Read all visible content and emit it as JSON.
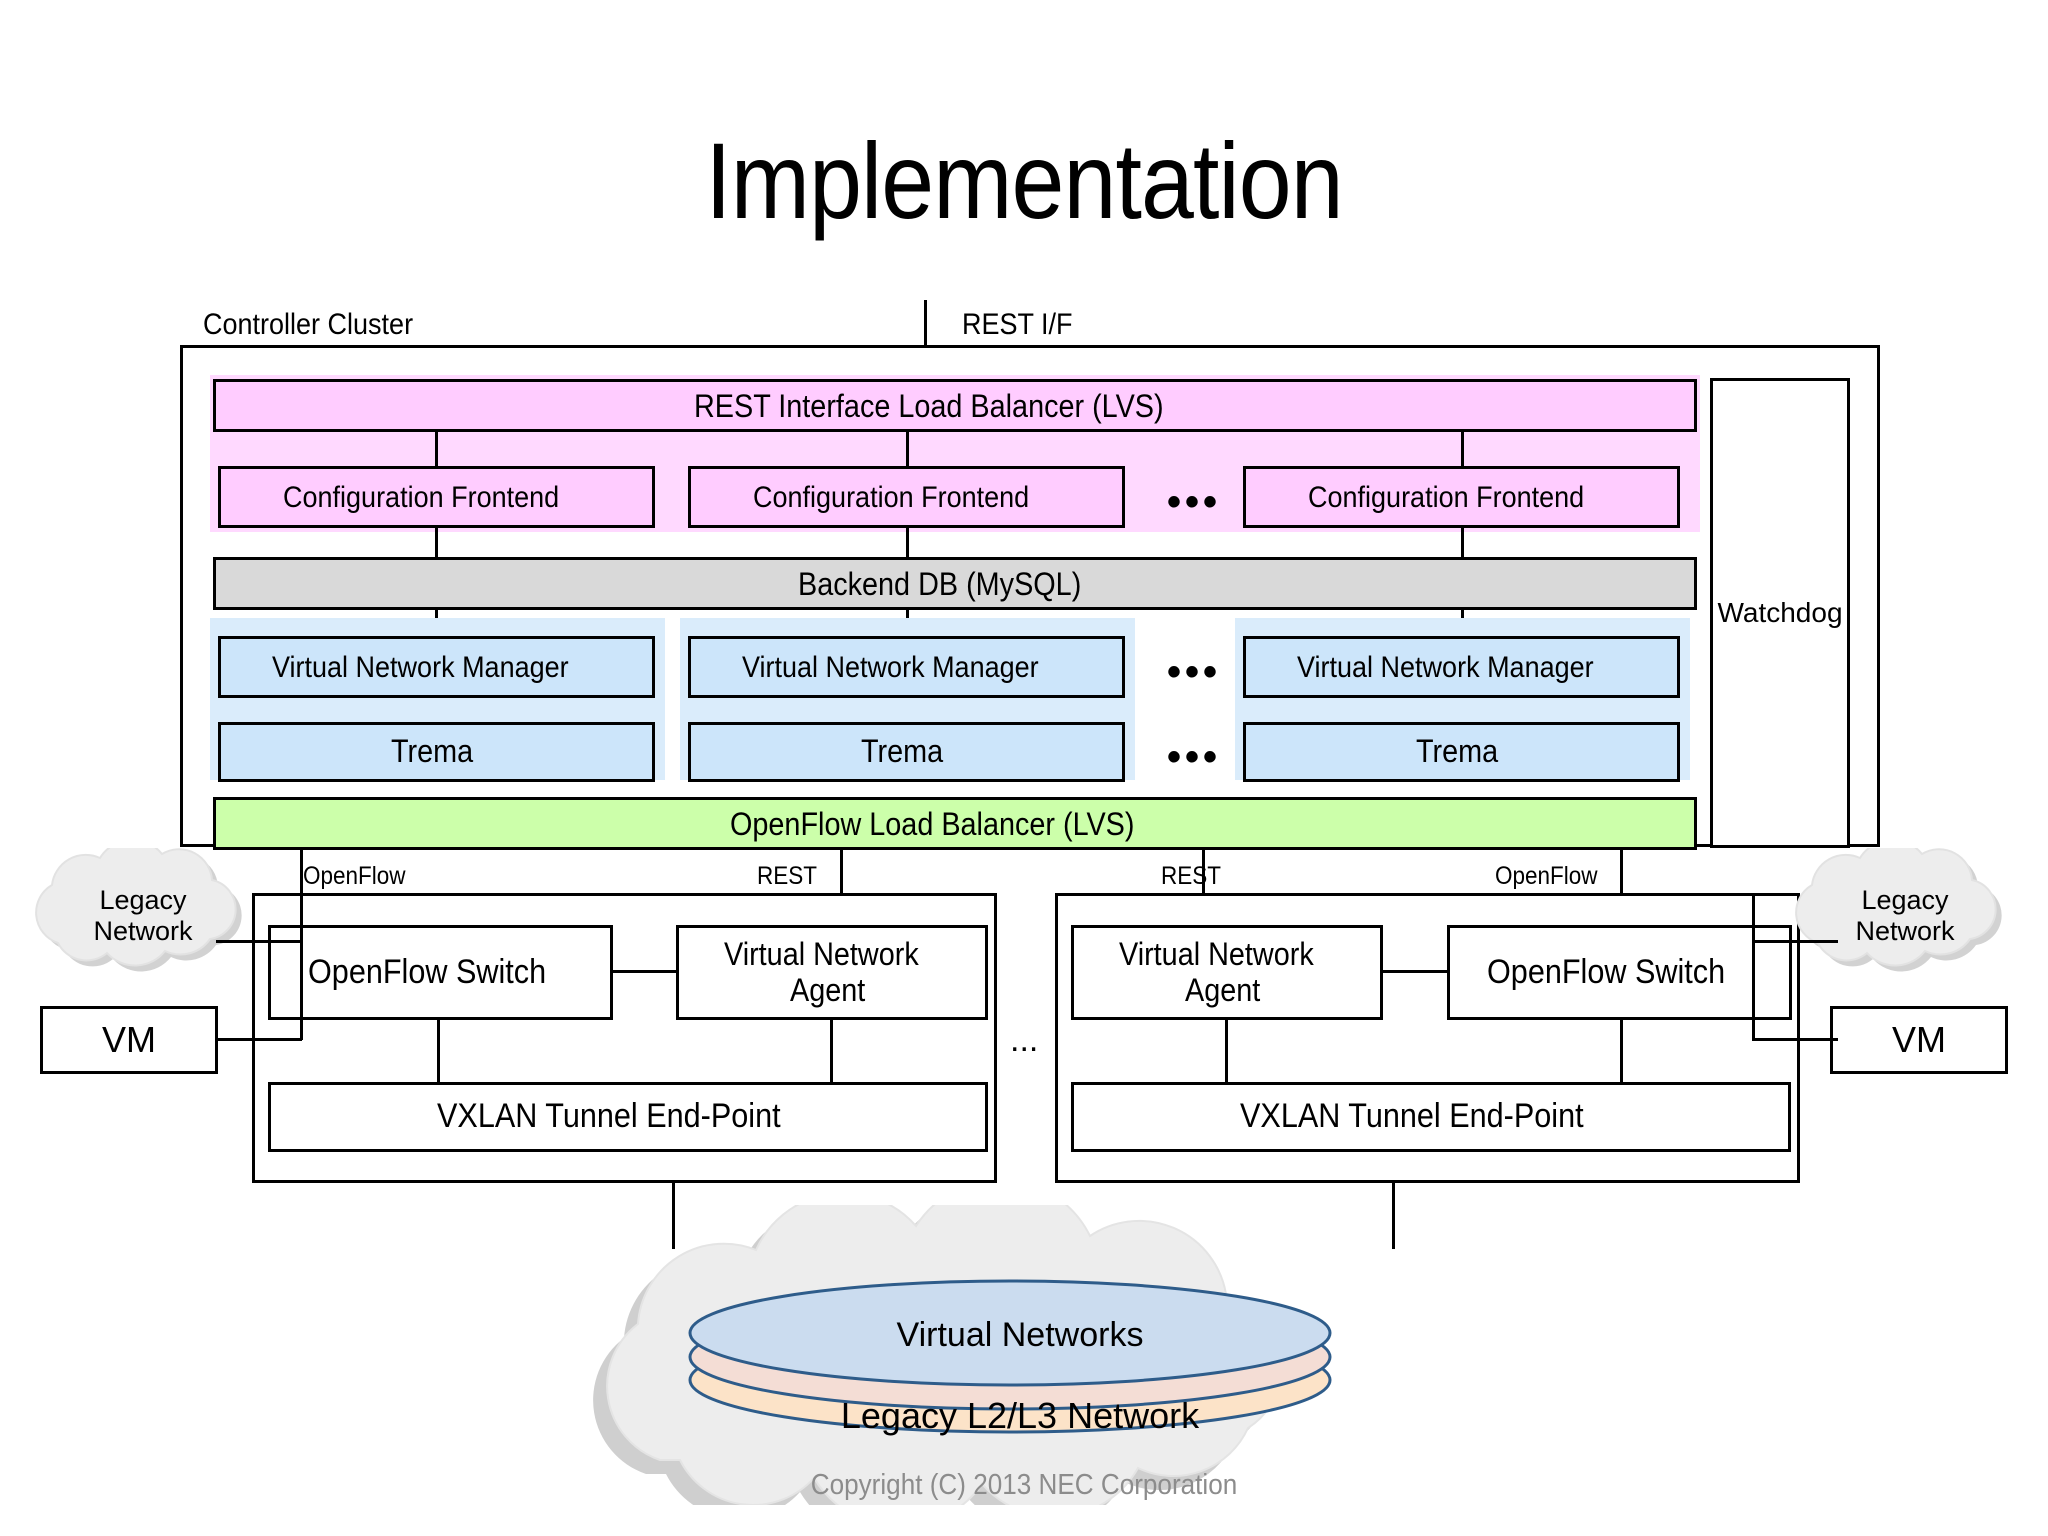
{
  "slide": {
    "title": "Implementation",
    "copyright": "Copyright (C) 2013 NEC Corporation"
  },
  "labels": {
    "controller_cluster": "Controller Cluster",
    "rest_if": "REST I/F",
    "legacy_l2l3": "Legacy L2/L3 Network",
    "ellipsis": "•••",
    "ellipsis_small": "..."
  },
  "controller": {
    "lvs_rest": "REST Interface Load Balancer (LVS)",
    "frontends": [
      "Configuration Frontend",
      "Configuration Frontend",
      "Configuration Frontend"
    ],
    "backend_db": "Backend DB (MySQL)",
    "managers": [
      "Virtual Network Manager",
      "Virtual Network Manager",
      "Virtual Network Manager"
    ],
    "tremas": [
      "Trema",
      "Trema",
      "Trema"
    ],
    "lvs_openflow": "OpenFlow Load Balancer (LVS)",
    "watchdog": "Watchdog"
  },
  "interfaces": {
    "left_openflow": "OpenFlow",
    "left_rest": "REST",
    "right_rest": "REST",
    "right_openflow": "OpenFlow"
  },
  "nodes": {
    "left": {
      "switch": "OpenFlow Switch",
      "agent": "Virtual Network\nAgent",
      "agent_line1": "Virtual Network",
      "agent_line2": "Agent",
      "vtep": "VXLAN Tunnel End-Point"
    },
    "right": {
      "switch": "OpenFlow Switch",
      "agent_line1": "Virtual Network",
      "agent_line2": "Agent",
      "vtep": "VXLAN Tunnel End-Point"
    }
  },
  "clouds": {
    "legacy_left_line1": "Legacy",
    "legacy_left_line2": "Network",
    "legacy_right_line1": "Legacy",
    "legacy_right_line2": "Network",
    "virtual_networks": "Virtual Networks"
  },
  "vms": {
    "left": "VM",
    "right": "VM"
  },
  "colors": {
    "pink": "#FFCCFF",
    "pink_pale": "#FFD9FF",
    "grey": "#D9D9D9",
    "blue": "#CCE5FA",
    "blue_pale": "#DAECFB",
    "green": "#CCFFAA",
    "cloud": "#EDEDED",
    "cloud_shadow": "#D0D0D0",
    "disc_top": "#CBDCEF",
    "disc_mid": "#F4DDD5",
    "disc_bottom": "#FCE3C8",
    "disc_stroke": "#2E5C8A",
    "copyright": "#8C8C8C"
  }
}
